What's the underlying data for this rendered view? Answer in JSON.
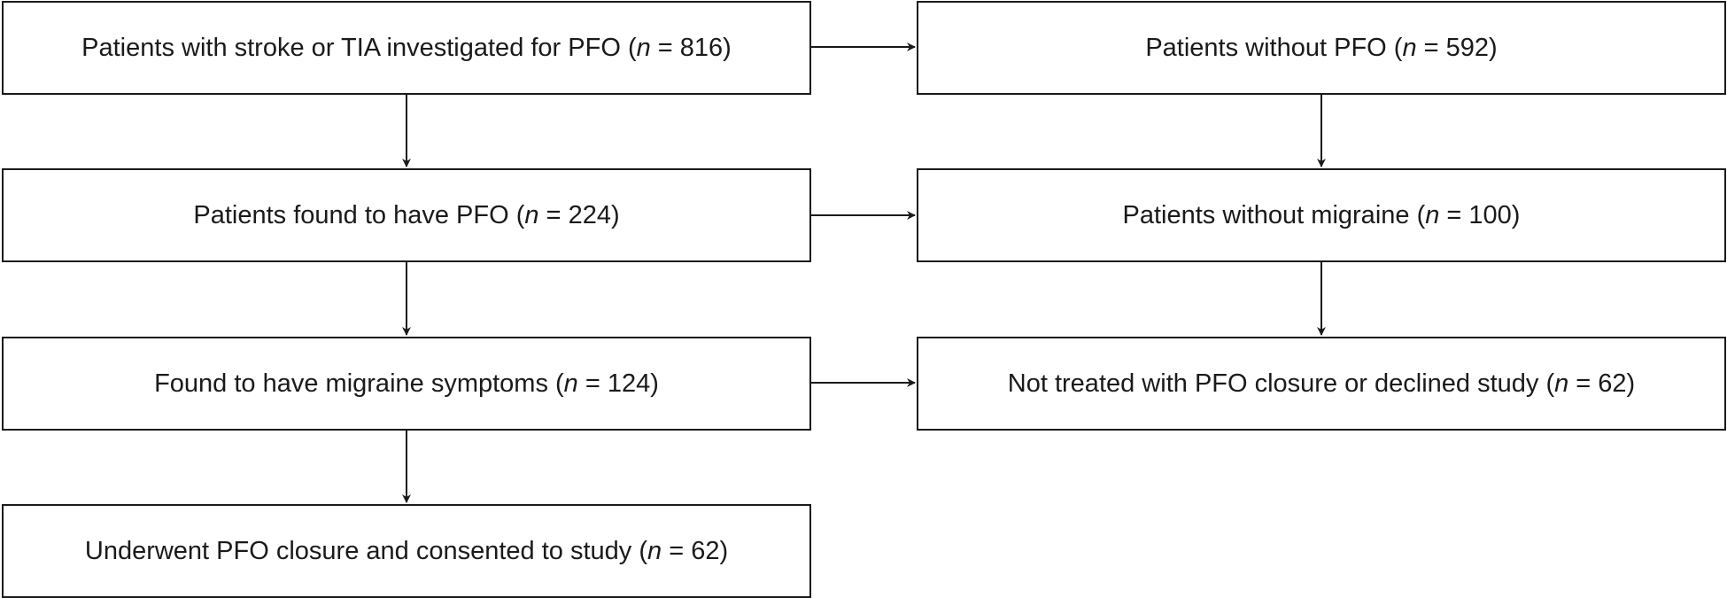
{
  "flowchart": {
    "left_column": [
      {
        "id": "l1",
        "text": "Patients with stroke or TIA investigated for PFO (",
        "n_var": "n",
        "n_value": " = 816)"
      },
      {
        "id": "l2",
        "text": "Patients found to have PFO (",
        "n_var": "n",
        "n_value": " = 224)"
      },
      {
        "id": "l3",
        "text": "Found to have migraine symptoms (",
        "n_var": "n",
        "n_value": " = 124)"
      },
      {
        "id": "l4",
        "text": "Underwent PFO closure and consented to study (",
        "n_var": "n",
        "n_value": " = 62)"
      }
    ],
    "right_column": [
      {
        "id": "r1",
        "text": "Patients without PFO (",
        "n_var": "n",
        "n_value": " = 592)"
      },
      {
        "id": "r2",
        "text": "Patients without migraine (",
        "n_var": "n",
        "n_value": " = 100)"
      },
      {
        "id": "r3",
        "text": "Not treated with PFO closure or declined study (",
        "n_var": "n",
        "n_value": " = 62)"
      }
    ],
    "colors": {
      "stroke": "#1a1a1a",
      "background": "#ffffff"
    }
  }
}
